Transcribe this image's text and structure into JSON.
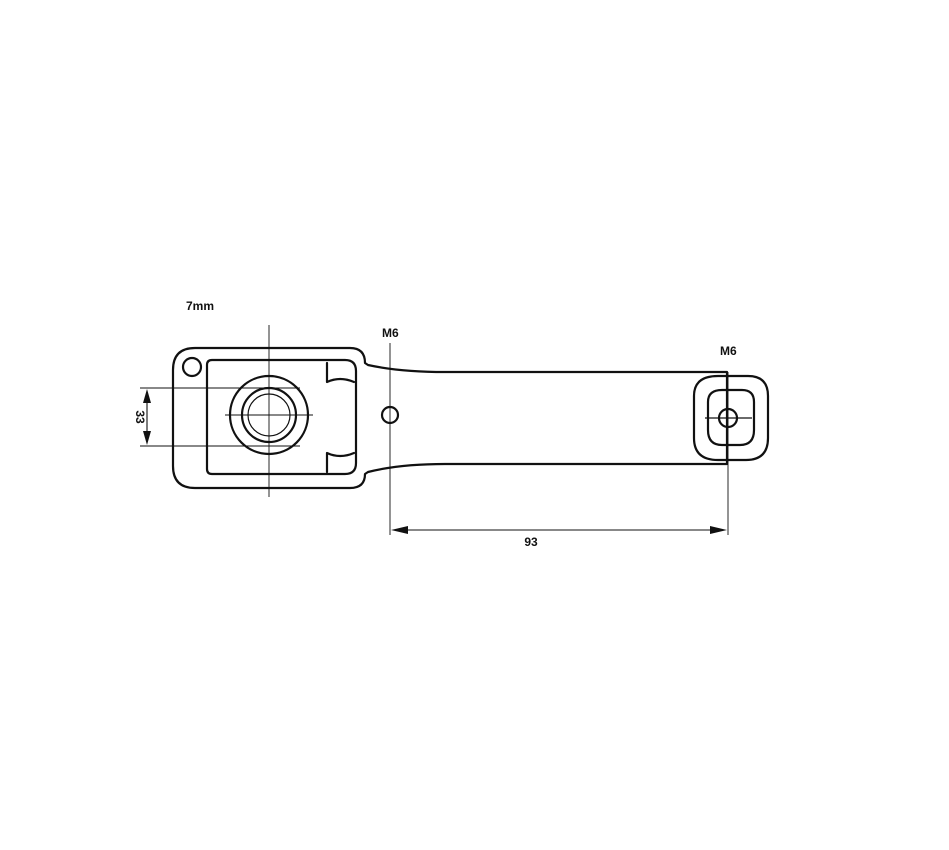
{
  "labels": {
    "hole_small": "7mm",
    "bolt_left": "M6",
    "bolt_right": "M6",
    "dim_height": "33",
    "dim_length": "93"
  },
  "colors": {
    "line": "#111111",
    "background": "#ffffff"
  }
}
